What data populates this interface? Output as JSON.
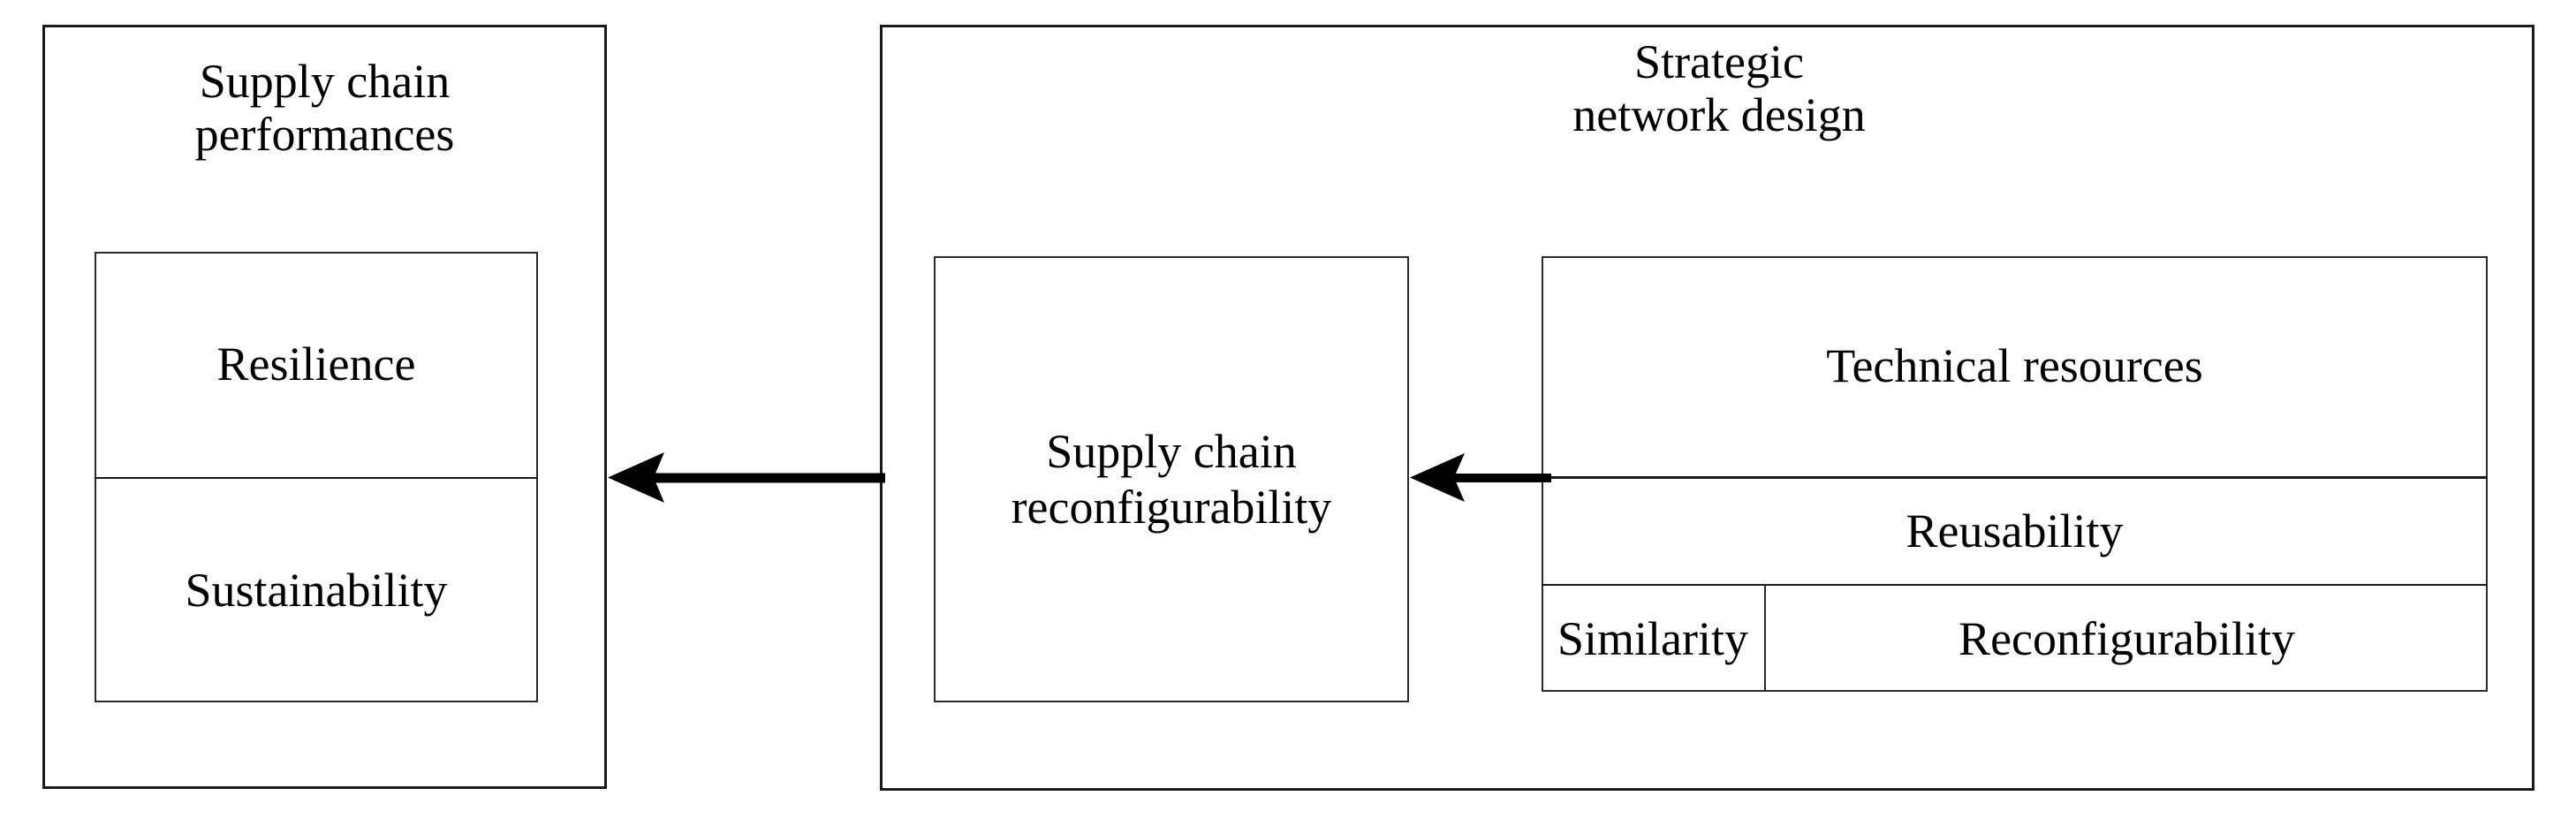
{
  "diagram": {
    "title_left": "Supply chain\nperformances",
    "title_right": "Strategic\nnetwork design",
    "colors": {
      "stroke": "#1a1a1a",
      "stroke_light": "#2a2a2a",
      "background": "#ffffff",
      "text": "#000000"
    }
  },
  "left_panel": {
    "title": "Supply chain\nperformances",
    "items": [
      {
        "label": "Resilience"
      },
      {
        "label": "Sustainability"
      }
    ]
  },
  "right_panel": {
    "title": "Strategic\nnetwork design",
    "reconfigurability_box": {
      "label": "Supply chain\nreconfigurability"
    },
    "technical_group": {
      "header": "Technical resources",
      "middle": "Reusability",
      "leaves": [
        {
          "label": "Similarity"
        },
        {
          "label": "Reconfigurability"
        }
      ]
    }
  },
  "arrows": [
    {
      "name": "strategic-network-design-to-supply-chain-performances",
      "direction": "left"
    },
    {
      "name": "technical-resources-to-supply-chain-reconfigurability",
      "direction": "left"
    }
  ]
}
